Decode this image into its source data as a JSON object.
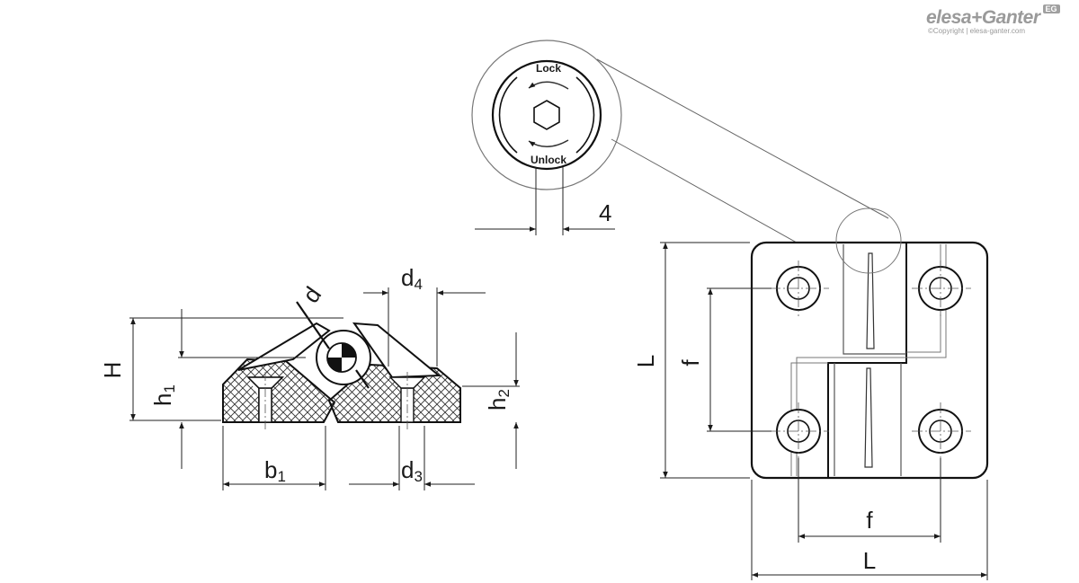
{
  "logo": {
    "brand": "elesa+Ganter",
    "badge": "EG",
    "copyright": "©Copyright | elesa-ganter.com"
  },
  "detail": {
    "lock_text": "Lock",
    "unlock_text": "Unlock",
    "dimension_4": "4"
  },
  "side_view": {
    "label_H": "H",
    "label_h1_main": "h",
    "label_h1_sub": "1",
    "label_h2_main": "h",
    "label_h2_sub": "2",
    "label_b1_main": "b",
    "label_b1_sub": "1",
    "label_d3_main": "d",
    "label_d3_sub": "3",
    "label_d4_main": "d",
    "label_d4_sub": "4",
    "label_d": "d"
  },
  "front_view": {
    "label_L_vertical": "L",
    "label_f_vertical": "f",
    "label_f_horizontal": "f",
    "label_L_horizontal": "L"
  }
}
